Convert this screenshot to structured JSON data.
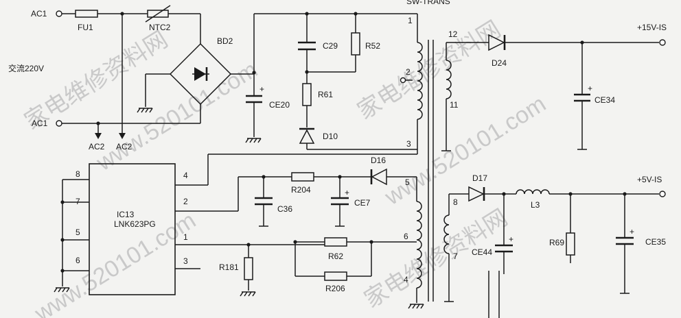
{
  "inputs": {
    "ac1_top": "AC1",
    "ac1_bottom": "AC1",
    "mains": "交流220V",
    "ac2_a": "AC2",
    "ac2_b": "AC2"
  },
  "components": {
    "fuse": "FU1",
    "ntc": "NTC2",
    "bridge": "BD2",
    "ce20": "CE20",
    "c29": "C29",
    "r52": "R52",
    "r61": "R61",
    "d10": "D10",
    "transformer": "SW-TRANS",
    "d24": "D24",
    "ce34": "CE34",
    "ic_ref": "IC13",
    "ic_part": "LNK623PG",
    "d16": "D16",
    "r204": "R204",
    "c36": "C36",
    "ce7": "CE7",
    "r62": "R62",
    "r206": "R206",
    "r181": "R181",
    "d17": "D17",
    "l3": "L3",
    "r69": "R69",
    "ce44": "CE44",
    "ce35": "CE35"
  },
  "outputs": {
    "v15": "+15V-IS",
    "v5": "+5V-IS"
  },
  "pins": {
    "t1": "1",
    "t2": "2",
    "t3": "3",
    "t4": "4",
    "t5": "5",
    "t6": "6",
    "t7": "7",
    "t8": "8",
    "t11": "11",
    "t12": "12",
    "ic1": "1",
    "ic2": "2",
    "ic3": "3",
    "ic4": "4",
    "ic5": "5",
    "ic6": "6",
    "ic7": "7",
    "ic8": "8"
  },
  "watermarks": {
    "w1": "家电维修资料网",
    "w2": "www.520101.com",
    "w3": "家电维修资料网",
    "w4": "www.520101.com",
    "w5": "家电维修资料网",
    "w6": "www.520101.com"
  }
}
